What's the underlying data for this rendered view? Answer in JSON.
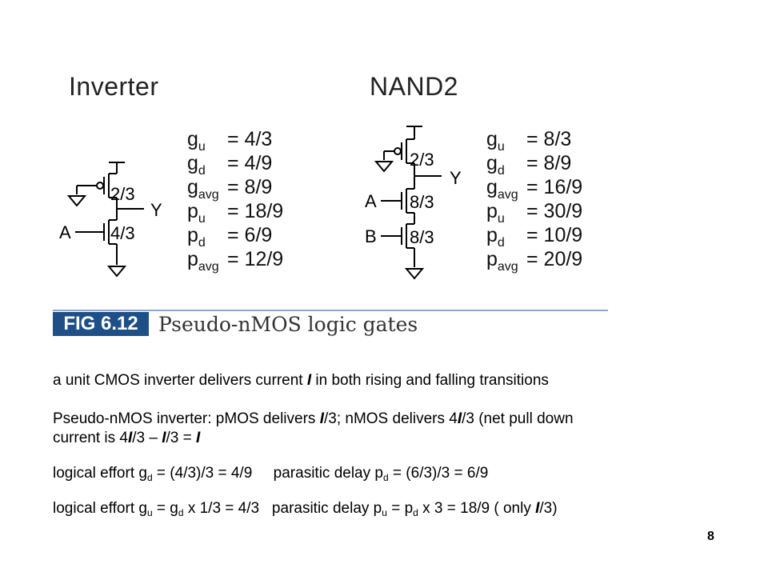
{
  "inverter": {
    "title": "Inverter",
    "pmos_size": "2/3",
    "nmos_size": "4/3",
    "input_label": "A",
    "output_label": "Y",
    "equations": [
      {
        "sym": "g",
        "sub": "u",
        "val": "= 4/3"
      },
      {
        "sym": "g",
        "sub": "d",
        "val": "= 4/9"
      },
      {
        "sym": "g",
        "sub": "avg",
        "val": "= 8/9"
      },
      {
        "sym": "p",
        "sub": "u",
        "val": "= 18/9"
      },
      {
        "sym": "p",
        "sub": "d",
        "val": "= 6/9"
      },
      {
        "sym": "p",
        "sub": "avg",
        "val": "= 12/9"
      }
    ]
  },
  "nand2": {
    "title": "NAND2",
    "pmos_size": "2/3",
    "nmos_a_size": "8/3",
    "nmos_b_size": "8/3",
    "input_a_label": "A",
    "input_b_label": "B",
    "output_label": "Y",
    "equations": [
      {
        "sym": "g",
        "sub": "u",
        "val": "= 8/3"
      },
      {
        "sym": "g",
        "sub": "d",
        "val": "= 8/9"
      },
      {
        "sym": "g",
        "sub": "avg",
        "val": "= 16/9"
      },
      {
        "sym": "p",
        "sub": "u",
        "val": "= 30/9"
      },
      {
        "sym": "p",
        "sub": "d",
        "val": "= 10/9"
      },
      {
        "sym": "p",
        "sub": "avg",
        "val": "= 20/9"
      }
    ]
  },
  "figure": {
    "tag": "FIG 6.12",
    "caption": "Pseudo-nMOS logic gates"
  },
  "text": {
    "line1_a": "a unit CMOS inverter delivers current ",
    "line1_i": "I",
    "line1_b": " in both rising and falling transitions",
    "line2_a": "Pseudo-nMOS inverter: pMOS delivers ",
    "line2_i1": "I",
    "line2_b": "/3; nMOS delivers 4",
    "line2_i2": "I",
    "line2_c": "/3 (net pull down",
    "line2d_a": "current is 4",
    "line2d_i1": "I",
    "line2d_b": "/3 – ",
    "line2d_i2": "I",
    "line2d_c": "/3 = ",
    "line2d_i3": "I",
    "line3_a": "logical effort g",
    "line3_sub1": "d",
    "line3_b": " = (4/3)/3 = 4/9     parasitic delay p",
    "line3_sub2": "d",
    "line3_c": " = (6/3)/3 = 6/9",
    "line4_a": "logical effort g",
    "line4_sub1": "u",
    "line4_b": " = g",
    "line4_sub2": "d",
    "line4_c": " x 1/3 = 4/3   parasitic delay p",
    "line4_sub3": "u",
    "line4_d": " = p",
    "line4_sub4": "d",
    "line4_e": " x 3 = 18/9 ( only ",
    "line4_i": "I",
    "line4_f": "/3)"
  },
  "page_number": "8"
}
